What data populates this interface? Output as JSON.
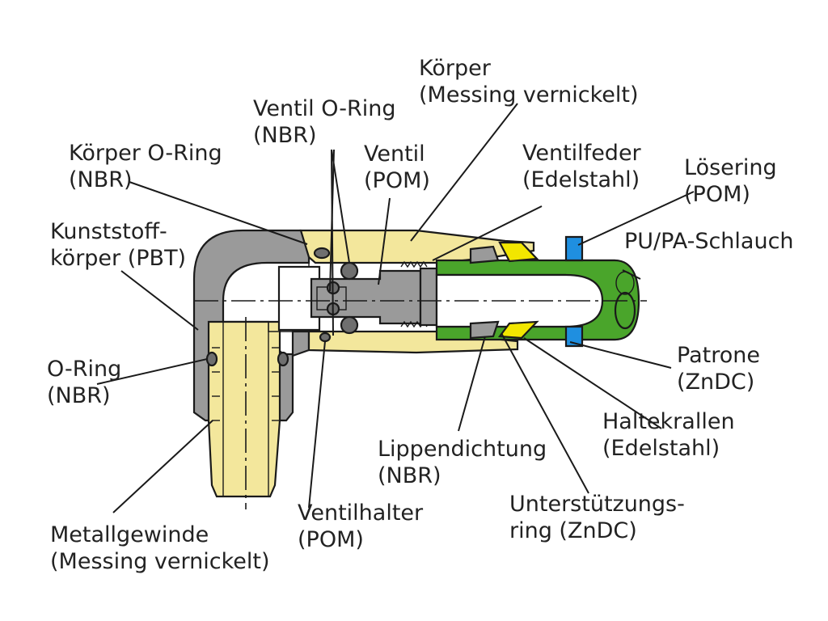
{
  "colors": {
    "grey": "#9a9a9a",
    "dark_grey": "#6f6f6f",
    "yellow": "#f3e79c",
    "bright_yellow": "#f2e600",
    "blue": "#1f8fe0",
    "green": "#4aa52b",
    "light_green": "#8ed06a",
    "white": "#ffffff",
    "text": "#222222"
  },
  "labels": [
    {
      "id": "koerper",
      "lines": [
        "Körper",
        "(Messing vernickelt)"
      ]
    },
    {
      "id": "ventil-oring",
      "lines": [
        "Ventil O-Ring",
        "(NBR)"
      ]
    },
    {
      "id": "ventil",
      "lines": [
        "Ventil",
        "(POM)"
      ]
    },
    {
      "id": "koerper-oring",
      "lines": [
        "Körper O-Ring",
        "(NBR)"
      ]
    },
    {
      "id": "ventilfeder",
      "lines": [
        "Ventilfeder",
        "(Edelstahl)"
      ]
    },
    {
      "id": "loesering",
      "lines": [
        "Lösering",
        "(POM)"
      ]
    },
    {
      "id": "kunststoffkoerper",
      "lines": [
        "Kunststoff-",
        "körper (PBT)"
      ]
    },
    {
      "id": "pu-pa-schlauch",
      "lines": [
        "PU/PA-Schlauch"
      ]
    },
    {
      "id": "o-ring",
      "lines": [
        "O-Ring",
        "(NBR)"
      ]
    },
    {
      "id": "patrone",
      "lines": [
        "Patrone",
        "(ZnDC)"
      ]
    },
    {
      "id": "haltekrallen",
      "lines": [
        "Haltekrallen",
        "(Edelstahl)"
      ]
    },
    {
      "id": "lippendichtung",
      "lines": [
        "Lippendichtung",
        "(NBR)"
      ]
    },
    {
      "id": "ventilhalter",
      "lines": [
        "Ventilhalter",
        "(POM)"
      ]
    },
    {
      "id": "unterstuetzungsring",
      "lines": [
        "Unterstützungs-",
        "ring (ZnDC)"
      ]
    },
    {
      "id": "metallgewinde",
      "lines": [
        "Metallgewinde",
        "(Messing vernickelt)"
      ]
    }
  ]
}
